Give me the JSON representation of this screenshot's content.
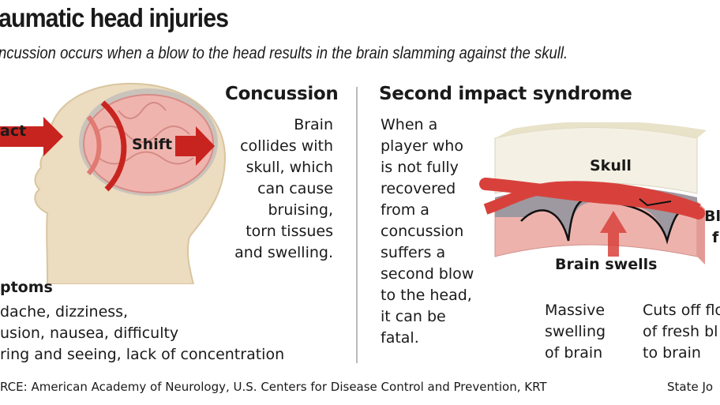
{
  "title": "aumatic head injuries",
  "subtitle": "ncussion occurs when a blow to the head results in the brain slamming against the skull.",
  "concussion": {
    "heading": "Concussion",
    "lines": [
      "Brain",
      "collides with",
      "skull, which",
      "can cause",
      "bruising,",
      "torn tissues",
      "and swelling."
    ],
    "impact_label": "act",
    "shift_label": "Shift"
  },
  "symptoms": {
    "heading": "ptoms",
    "lines": [
      "dache, dizziness,",
      "usion, nausea, difficulty",
      "ring and seeing, lack of concentration"
    ]
  },
  "second_impact": {
    "heading": "Second impact syndrome",
    "lines": [
      "When a",
      "player who",
      "is not fully",
      "recovered",
      "from a",
      "concussion",
      "suffers a",
      "second blow",
      "to the head,",
      "it can be",
      "fatal."
    ],
    "skull_label": "Skull",
    "brain_swells_label": "Brain swells",
    "blood_label_lines": [
      "Bl",
      "f"
    ],
    "caption_left": [
      "Massive",
      "swelling",
      "of brain"
    ],
    "caption_right": [
      "Cuts off flo",
      "of fresh bl",
      "to brain"
    ]
  },
  "footer": {
    "source": "RCE: American Academy of Neurology, U.S. Centers for Disease Control and Prevention, KRT",
    "credit": "State Jo"
  },
  "colors": {
    "red": "#d42a26",
    "skin": "#ecdcc0",
    "brain": "#f2b8b4",
    "skull": "#f4f1e4"
  }
}
